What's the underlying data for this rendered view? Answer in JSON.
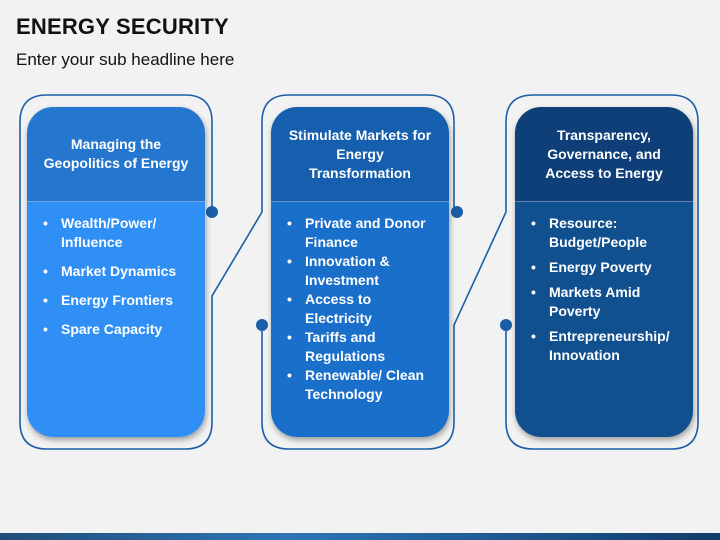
{
  "header": {
    "title": "ENERGY SECURITY",
    "subtitle": "Enter your sub headline here"
  },
  "colors": {
    "col1_head": "#2576cf",
    "col1_body": "#2f8ff5",
    "col2_head": "#155fae",
    "col2_body": "#1a6fca",
    "col3_head": "#0e3f78",
    "col3_body": "#11508f",
    "outline": "#1b5ea8"
  },
  "columns": [
    {
      "heading": "Managing the Geopolitics of Energy",
      "items": [
        "Wealth/Power/ Influence",
        "Market Dynamics",
        "Energy Frontiers",
        "Spare Capacity"
      ]
    },
    {
      "heading": "Stimulate Markets for Energy Transformation",
      "items": [
        "Private and Donor Finance",
        "Innovation & Investment",
        "Access to Electricity",
        "Tariffs and Regulations",
        "Renewable/ Clean Technology"
      ]
    },
    {
      "heading": "Transparency, Governance, and Access to Energy",
      "items": [
        "Resource: Budget/People",
        "Energy Poverty",
        "Markets Amid Poverty",
        "Entrepreneurship/ Innovation"
      ]
    }
  ]
}
